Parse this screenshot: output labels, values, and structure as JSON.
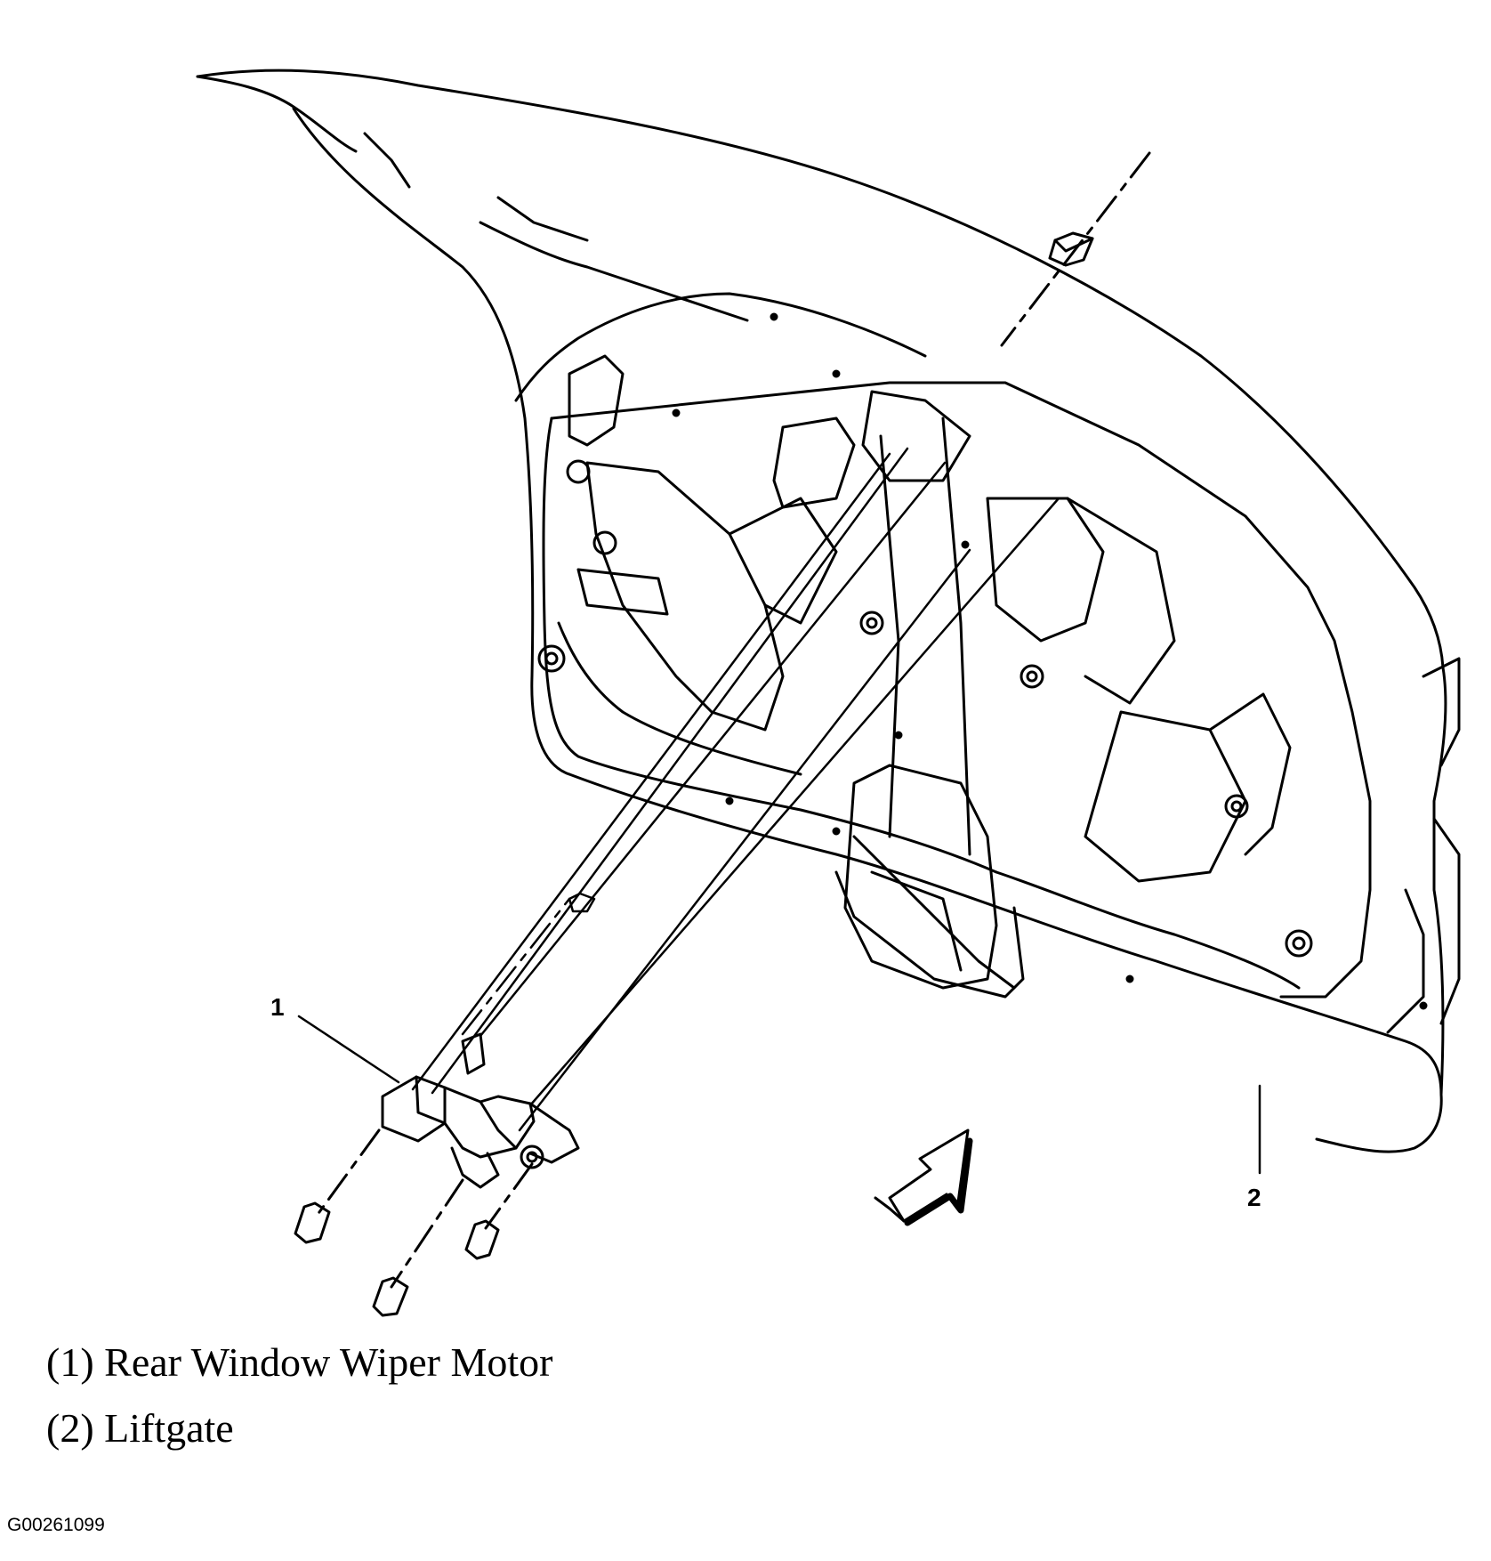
{
  "callouts": {
    "item_1": "1",
    "item_2": "2"
  },
  "legend": [
    {
      "text": "(1) Rear Window Wiper Motor"
    },
    {
      "text": "(2) Liftgate"
    }
  ],
  "figure_id": "G00261099",
  "colors": {
    "line": "#000000",
    "background": "#ffffff"
  },
  "icons": {
    "direction_arrow": "front-arrow-icon"
  }
}
